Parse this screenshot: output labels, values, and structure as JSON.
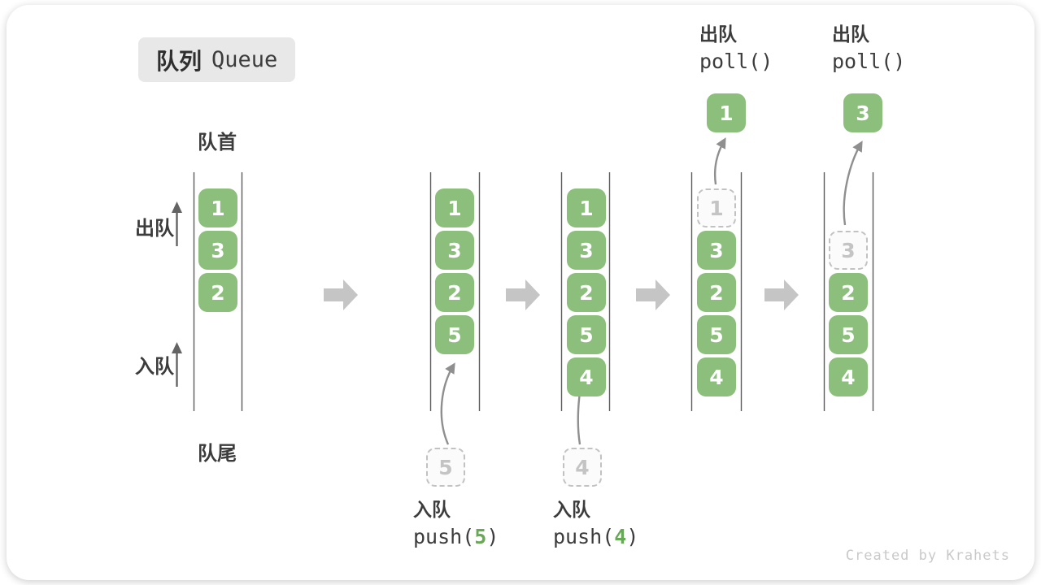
{
  "title": {
    "zh": "队列",
    "en": "Queue"
  },
  "labels": {
    "front": "队首",
    "rear": "队尾",
    "dequeue": "出队",
    "enqueue": "入队"
  },
  "queues": [
    {
      "cells": [
        "1",
        "3",
        "2"
      ]
    },
    {
      "cells": [
        "1",
        "3",
        "2",
        "5"
      ],
      "incoming": "5"
    },
    {
      "cells": [
        "1",
        "3",
        "2",
        "5",
        "4"
      ],
      "incoming": "4"
    },
    {
      "ghost": "1",
      "cells": [
        "3",
        "2",
        "5",
        "4"
      ],
      "polled": "1"
    },
    {
      "ghost": "3",
      "cells": [
        "2",
        "5",
        "4"
      ],
      "polled": "3"
    }
  ],
  "operations": {
    "enqueue_5": {
      "label": "入队",
      "fn": "push(",
      "arg": "5",
      "close": ")"
    },
    "enqueue_4": {
      "label": "入队",
      "fn": "push(",
      "arg": "4",
      "close": ")"
    },
    "dequeue_1": {
      "label": "出队",
      "code": "poll()"
    },
    "dequeue_2": {
      "label": "出队",
      "code": "poll()"
    }
  },
  "watermark": "Created by Krahets",
  "palette": {
    "cell_green": "#8cbe7c",
    "arg_green": "#67a956",
    "ghost_border": "#c2c2c2",
    "flow_arrow_gray": "#c5c5c5",
    "path_arrow_gray": "#8f8f8f",
    "wall_gray": "#5c5c5c",
    "badge_bg": "#e8e8e8",
    "label_dark": "#3c3c3c"
  }
}
